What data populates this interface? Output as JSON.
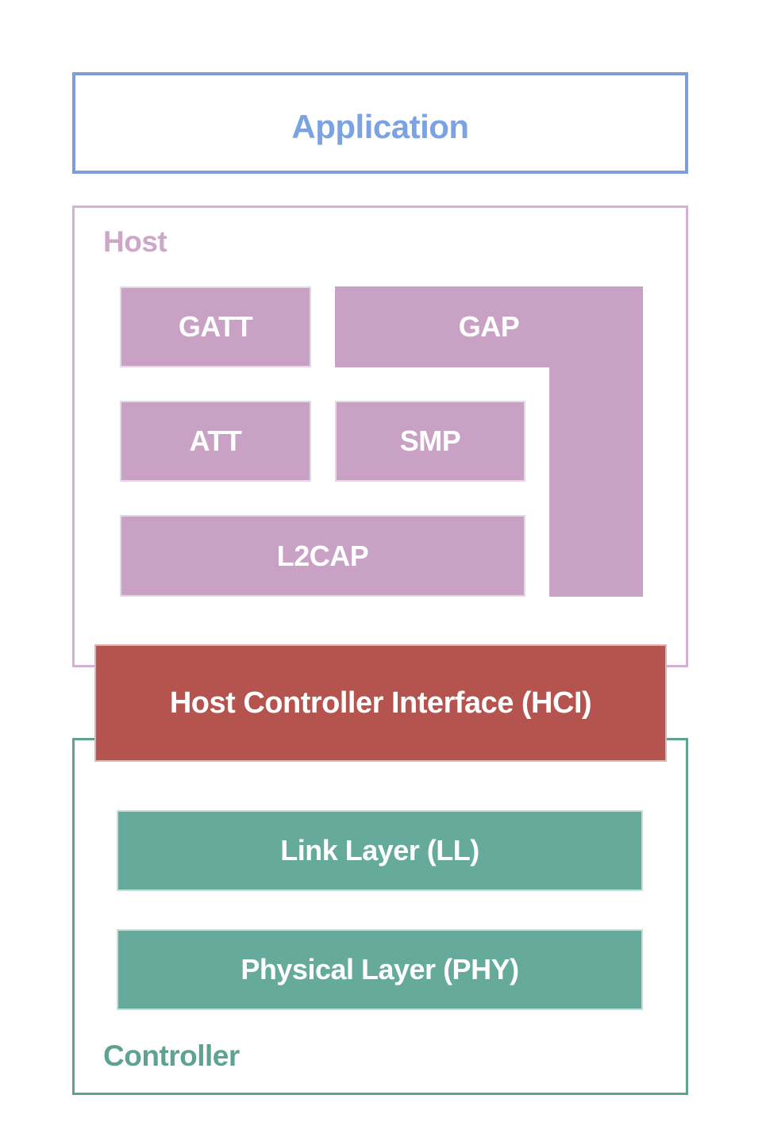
{
  "diagram": {
    "title_block": {
      "label": "Application"
    },
    "host": {
      "label": "Host",
      "blocks": {
        "gatt": "GATT",
        "gap": "GAP",
        "att": "ATT",
        "smp": "SMP",
        "l2cap": "L2CAP"
      }
    },
    "hci": {
      "label": "Host Controller Interface (HCI)"
    },
    "controller": {
      "label": "Controller",
      "blocks": {
        "link_layer": "Link Layer (LL)",
        "phy": "Physical Layer (PHY)"
      }
    }
  },
  "colors": {
    "application_border": "#7d9ed8",
    "application_text": "#7ba3e3",
    "host_border": "#d6b0d2",
    "host_text": "#cda6c9",
    "host_block_fill": "#c8a1c4",
    "hci_fill": "#b5534e",
    "controller_border": "#5fa292",
    "controller_text": "#5fa292",
    "controller_block_fill": "#66aa9c",
    "block_text": "#ffffff",
    "background": "#ffffff"
  }
}
